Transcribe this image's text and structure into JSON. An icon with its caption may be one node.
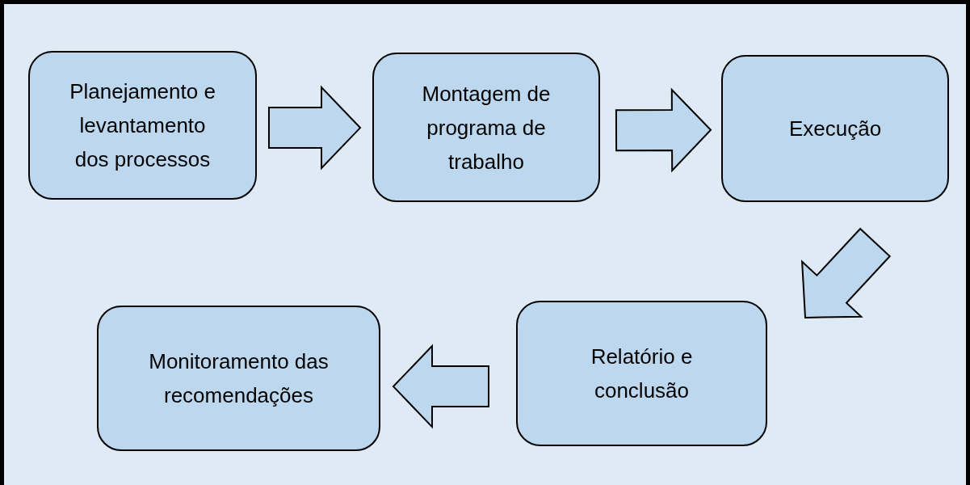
{
  "diagram": {
    "nodes": [
      {
        "text": [
          "Planejamento e levantamento dos processos"
        ]
      },
      {
        "text": [
          "Montagem de programa de trabalho"
        ]
      },
      {
        "text": [
          "Execução"
        ]
      },
      {
        "text": [
          "Relatório e conclusão"
        ]
      },
      {
        "text": [
          "Monitoramento das recomendações"
        ]
      }
    ],
    "edges": [
      {
        "from": 0,
        "to": 1,
        "arrow": "to"
      },
      {
        "from": 1,
        "to": 2,
        "arrow": "to"
      },
      {
        "from": 2,
        "to": 3,
        "arrow": "to"
      },
      {
        "from": 3,
        "to": 4,
        "arrow": "to"
      }
    ]
  }
}
